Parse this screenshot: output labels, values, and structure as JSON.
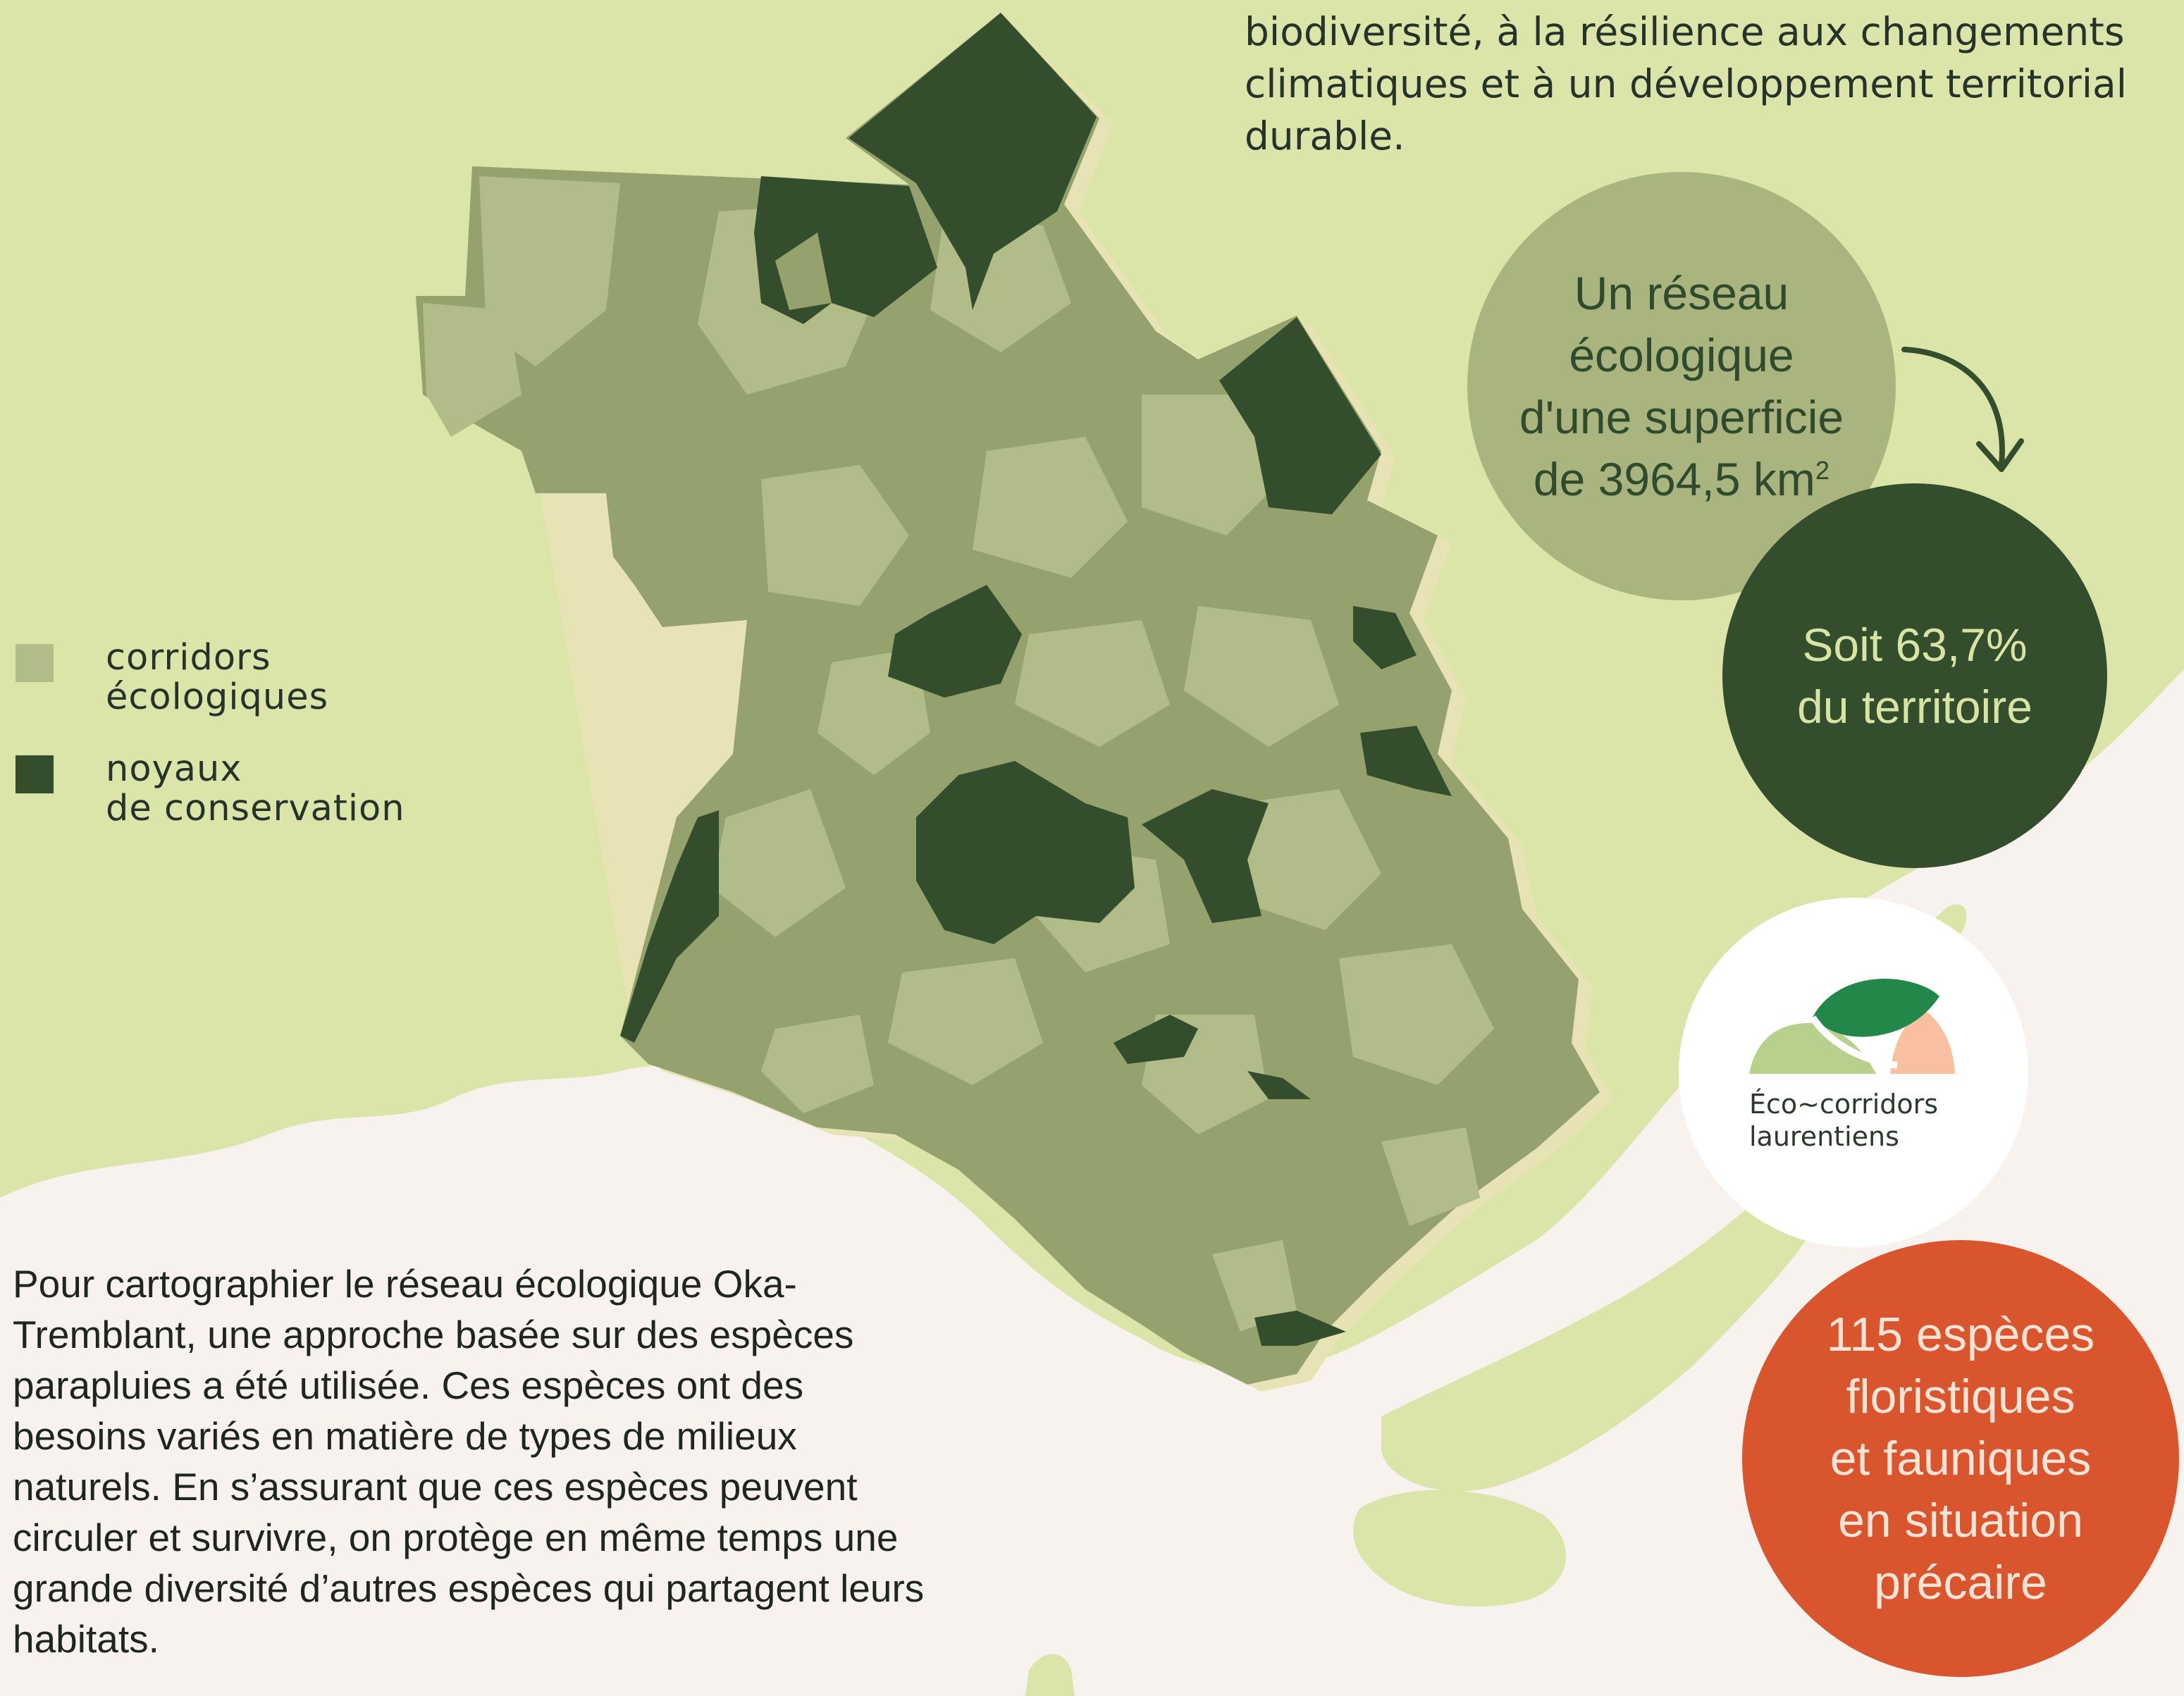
{
  "intro_text": "biodiversité, à la résilience aux changements climatiques et à un développement territorial durable.",
  "legend": [
    {
      "label": "corridors\nécologiques",
      "color": "#b2bc89",
      "icon": "light-green-square"
    },
    {
      "label": "noyaux\nde conservation",
      "color": "#334d2d",
      "icon": "dark-green-square"
    }
  ],
  "stats": {
    "area_text": "Un réseau\nécologique\nd'une superficie\nde 3964,5 km",
    "area_unit_exponent": "2",
    "percent_text": "Soit 63,7%\ndu territoire",
    "species_text": "115 espèces\nfloristiques\net fauniques\nen situation\nprécaire"
  },
  "logo": {
    "text": "Éco∼corridors\nlaurentiens",
    "colors": {
      "leaf": "#23874a",
      "hill": "#b8d08e",
      "sun": "#f8bfa0"
    }
  },
  "description": "Pour cartographier le réseau écologique Oka-Tremblant, une approche basée sur des espèces parapluies a été utilisée. Ces espèces ont des besoins variés  en matière de types de milieux naturels. En s’assurant que ces espèces peuvent circuler et survivre, on protège en même temps une grande diversité d’autres espèces qui partagent leurs habitats.",
  "colors": {
    "background": "#dbe5aa",
    "water": "#f7f2ed",
    "corridor": "#b2bc89",
    "territory": "#95a26e",
    "conservation": "#334d2d",
    "accent": "#d9552e"
  }
}
